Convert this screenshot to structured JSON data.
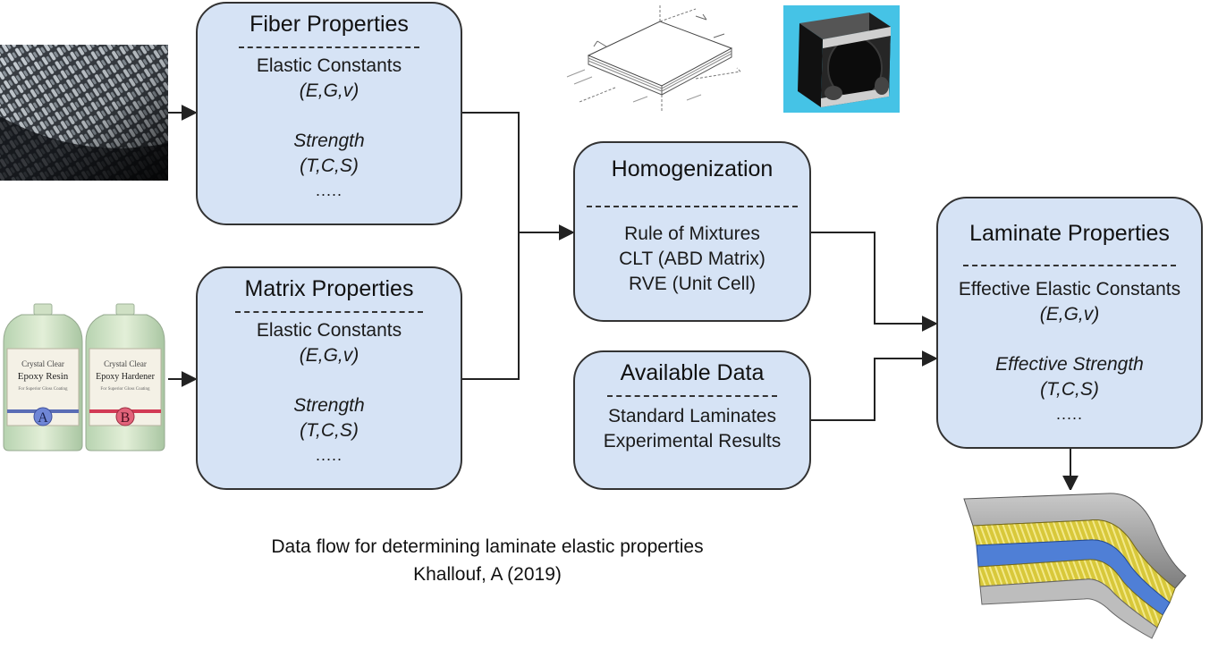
{
  "fiber": {
    "title": "Fiber Properties",
    "elastic_label": "Elastic Constants",
    "elastic_vars": "(E,G,v)",
    "strength_label": "Strength",
    "strength_vars": "(T,C,S)",
    "more": "....."
  },
  "matrix": {
    "title": "Matrix Properties",
    "elastic_label": "Elastic Constants",
    "elastic_vars": "(E,G,v)",
    "strength_label": "Strength",
    "strength_vars": "(T,C,S)",
    "more": "....."
  },
  "homogenization": {
    "title": "Homogenization",
    "methods": [
      "Rule of Mixtures",
      "CLT (ABD Matrix)",
      "RVE (Unit Cell)"
    ]
  },
  "available": {
    "title": "Available Data",
    "items": [
      "Standard Laminates",
      "Experimental Results"
    ]
  },
  "laminate": {
    "title": "Laminate Properties",
    "elastic_label": "Effective Elastic Constants",
    "elastic_vars": "(E,G,v)",
    "strength_label": "Effective Strength",
    "strength_vars": "(T,C,S)",
    "more": "....."
  },
  "bottles": {
    "a": {
      "line1": "Crystal Clear",
      "line2": "Epoxy Resin",
      "line3": "For Superior Gloss Coating",
      "letter": "A"
    },
    "b": {
      "line1": "Crystal Clear",
      "line2": "Epoxy Hardener",
      "line3": "For Superior Gloss Coating",
      "letter": "B"
    }
  },
  "caption": {
    "line1": "Data flow for determining laminate elastic properties",
    "line2": "Khallouf, A (2019)"
  },
  "colors": {
    "box_fill": "#d6e3f5",
    "border": "#333333",
    "rve_background": "#45c3e6",
    "laminate_yellow": "#e8d94a",
    "laminate_blue": "#4f7fd6"
  }
}
